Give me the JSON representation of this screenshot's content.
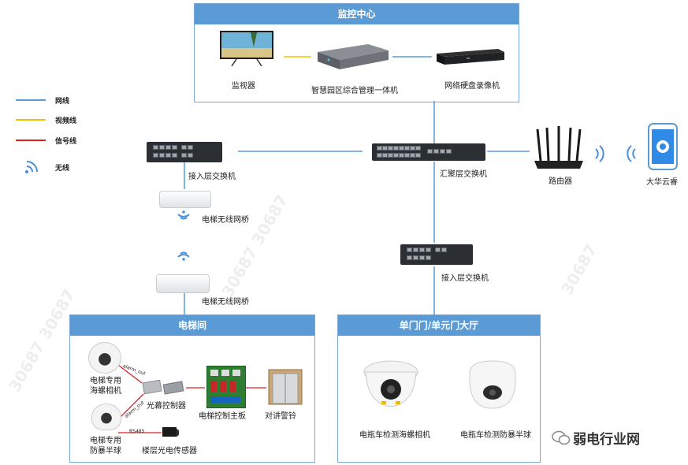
{
  "groups": {
    "monitor_center": "监控中心",
    "elevator_room": "电梯间",
    "entrance": "单门门/单元门大厅"
  },
  "legend": {
    "network": "网线",
    "video": "视频线",
    "signal": "信号线",
    "wireless": "无线"
  },
  "devices": {
    "monitor": "监视器",
    "mgmt": "智慧园区综合管理一体机",
    "nvr": "网络硬盘录像机",
    "access_switch_1": "接入层交换机",
    "agg_switch": "汇聚层交换机",
    "router": "路由器",
    "cloud_app": "大华云睿",
    "bridge_1": "电梯无线网桥",
    "access_switch_2": "接入层交换机",
    "bridge_2": "电梯无线网桥",
    "elevator_cam": [
      "电梯专用",
      "海螺相机"
    ],
    "light_curtain": "光幕控制器",
    "elevator_board": "电梯控制主板",
    "intercom": "对讲警铃",
    "elevator_dome": [
      "电梯专用",
      "防暴半球"
    ],
    "floor_sensor": "楼层光电传感器",
    "ebike_cam": "电瓶车检测海螺相机",
    "ebike_dome": "电瓶车检测防暴半球"
  },
  "link_labels": {
    "alarm_out_1": "alarm_out",
    "alarm_out_2": "alarm_out",
    "rs485": "RS485"
  },
  "brand": "弱电行业网",
  "colors": {
    "network": "#5b9bd5",
    "video": "#f2c200",
    "signal": "#e02020",
    "box_border": "#7aa7d6",
    "box_title": "#5b9bd5"
  }
}
